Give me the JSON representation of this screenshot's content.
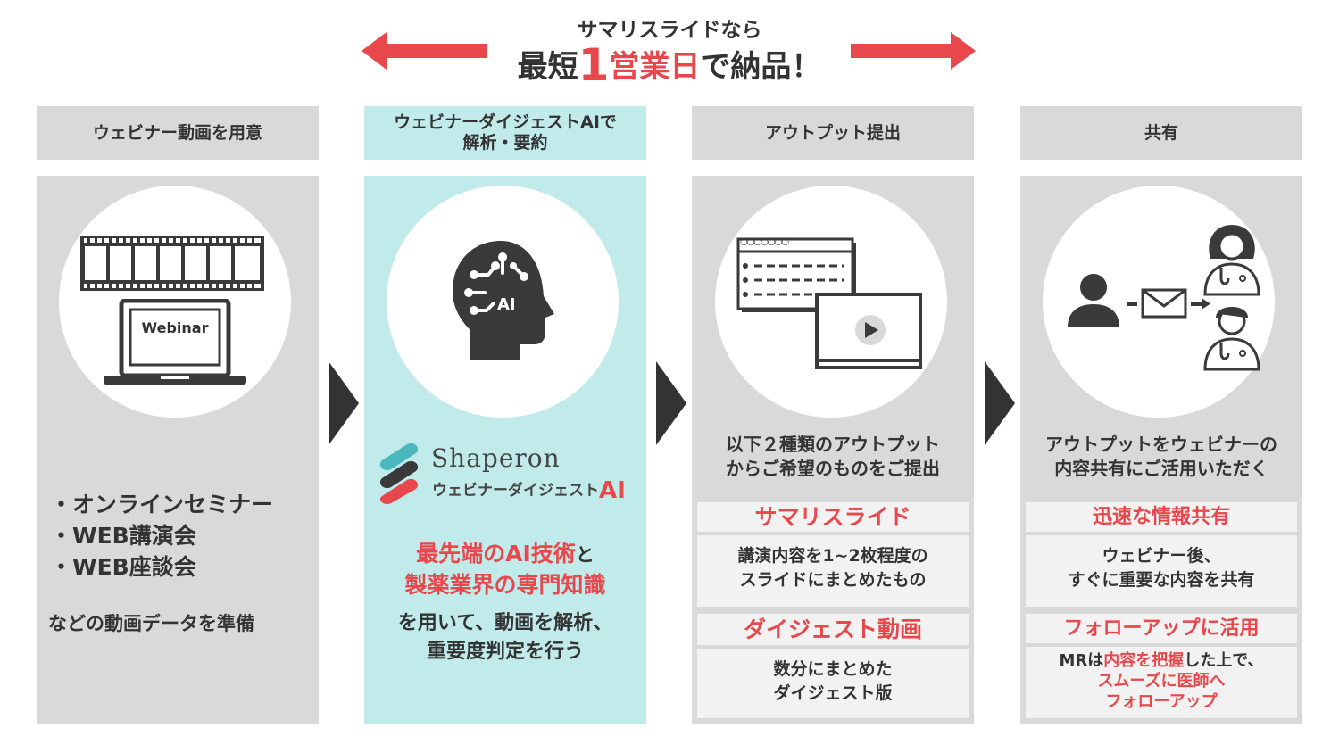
{
  "banner": {
    "line1": "サマリスライドなら",
    "line2_pre": "最短",
    "line2_num": "1",
    "line2_red": "営業日",
    "line2_post": "で納品！"
  },
  "steps": [
    {
      "header": "ウェビナー動画を用意"
    },
    {
      "header_line1": "ウェビナーダイジェストAIで",
      "header_line2": "解析・要約"
    },
    {
      "header": "アウトプット提出"
    },
    {
      "header": "共有"
    }
  ],
  "step1": {
    "laptop_label": "Webinar",
    "bullets": [
      "・オンラインセミナー",
      "・WEB講演会",
      "・WEB座談会"
    ],
    "note": "などの動画データを準備"
  },
  "step2": {
    "ai_label": "AI",
    "logo_name": "Shaperon",
    "logo_sub": "ウェビナーダイジェスト",
    "logo_ai": "AI",
    "highlight_line1_red": "最先端のAI技術",
    "highlight_line1_tail": "と",
    "highlight_line2": "製薬業界の専門知識",
    "desc_line1": "を用いて、動画を解析、",
    "desc_line2": "重要度判定を行う"
  },
  "step3": {
    "window_dots": "○○○○○○○",
    "intro_line1": "以下２種類のアウトプット",
    "intro_line2": "からご希望のものをご提出",
    "box1_title": "サマリスライド",
    "box1_line1": "講演内容を1~2枚程度の",
    "box1_line2": "スライドにまとめたもの",
    "box2_title": "ダイジェスト動画",
    "box2_line1": "数分にまとめた",
    "box2_line2": "ダイジェスト版"
  },
  "step4": {
    "intro_line1": "アウトプットをウェビナーの",
    "intro_line2": "内容共有にご活用いただく",
    "box1_title": "迅速な情報共有",
    "box1_line1": "ウェビナー後、",
    "box1_line2": "すぐに重要な内容を共有",
    "box2_title": "フォローアップに活用",
    "box2_l1_a": "MRは",
    "box2_l1_b": "内容を把握",
    "box2_l1_c": "した上で、",
    "box2_line2": "スムーズに医師へ",
    "box2_line3": "フォローアップ"
  },
  "colors": {
    "accent_red": "#e8474c",
    "gray": "#d9d9d9",
    "teal": "#c1eaea",
    "dark": "#333333"
  }
}
